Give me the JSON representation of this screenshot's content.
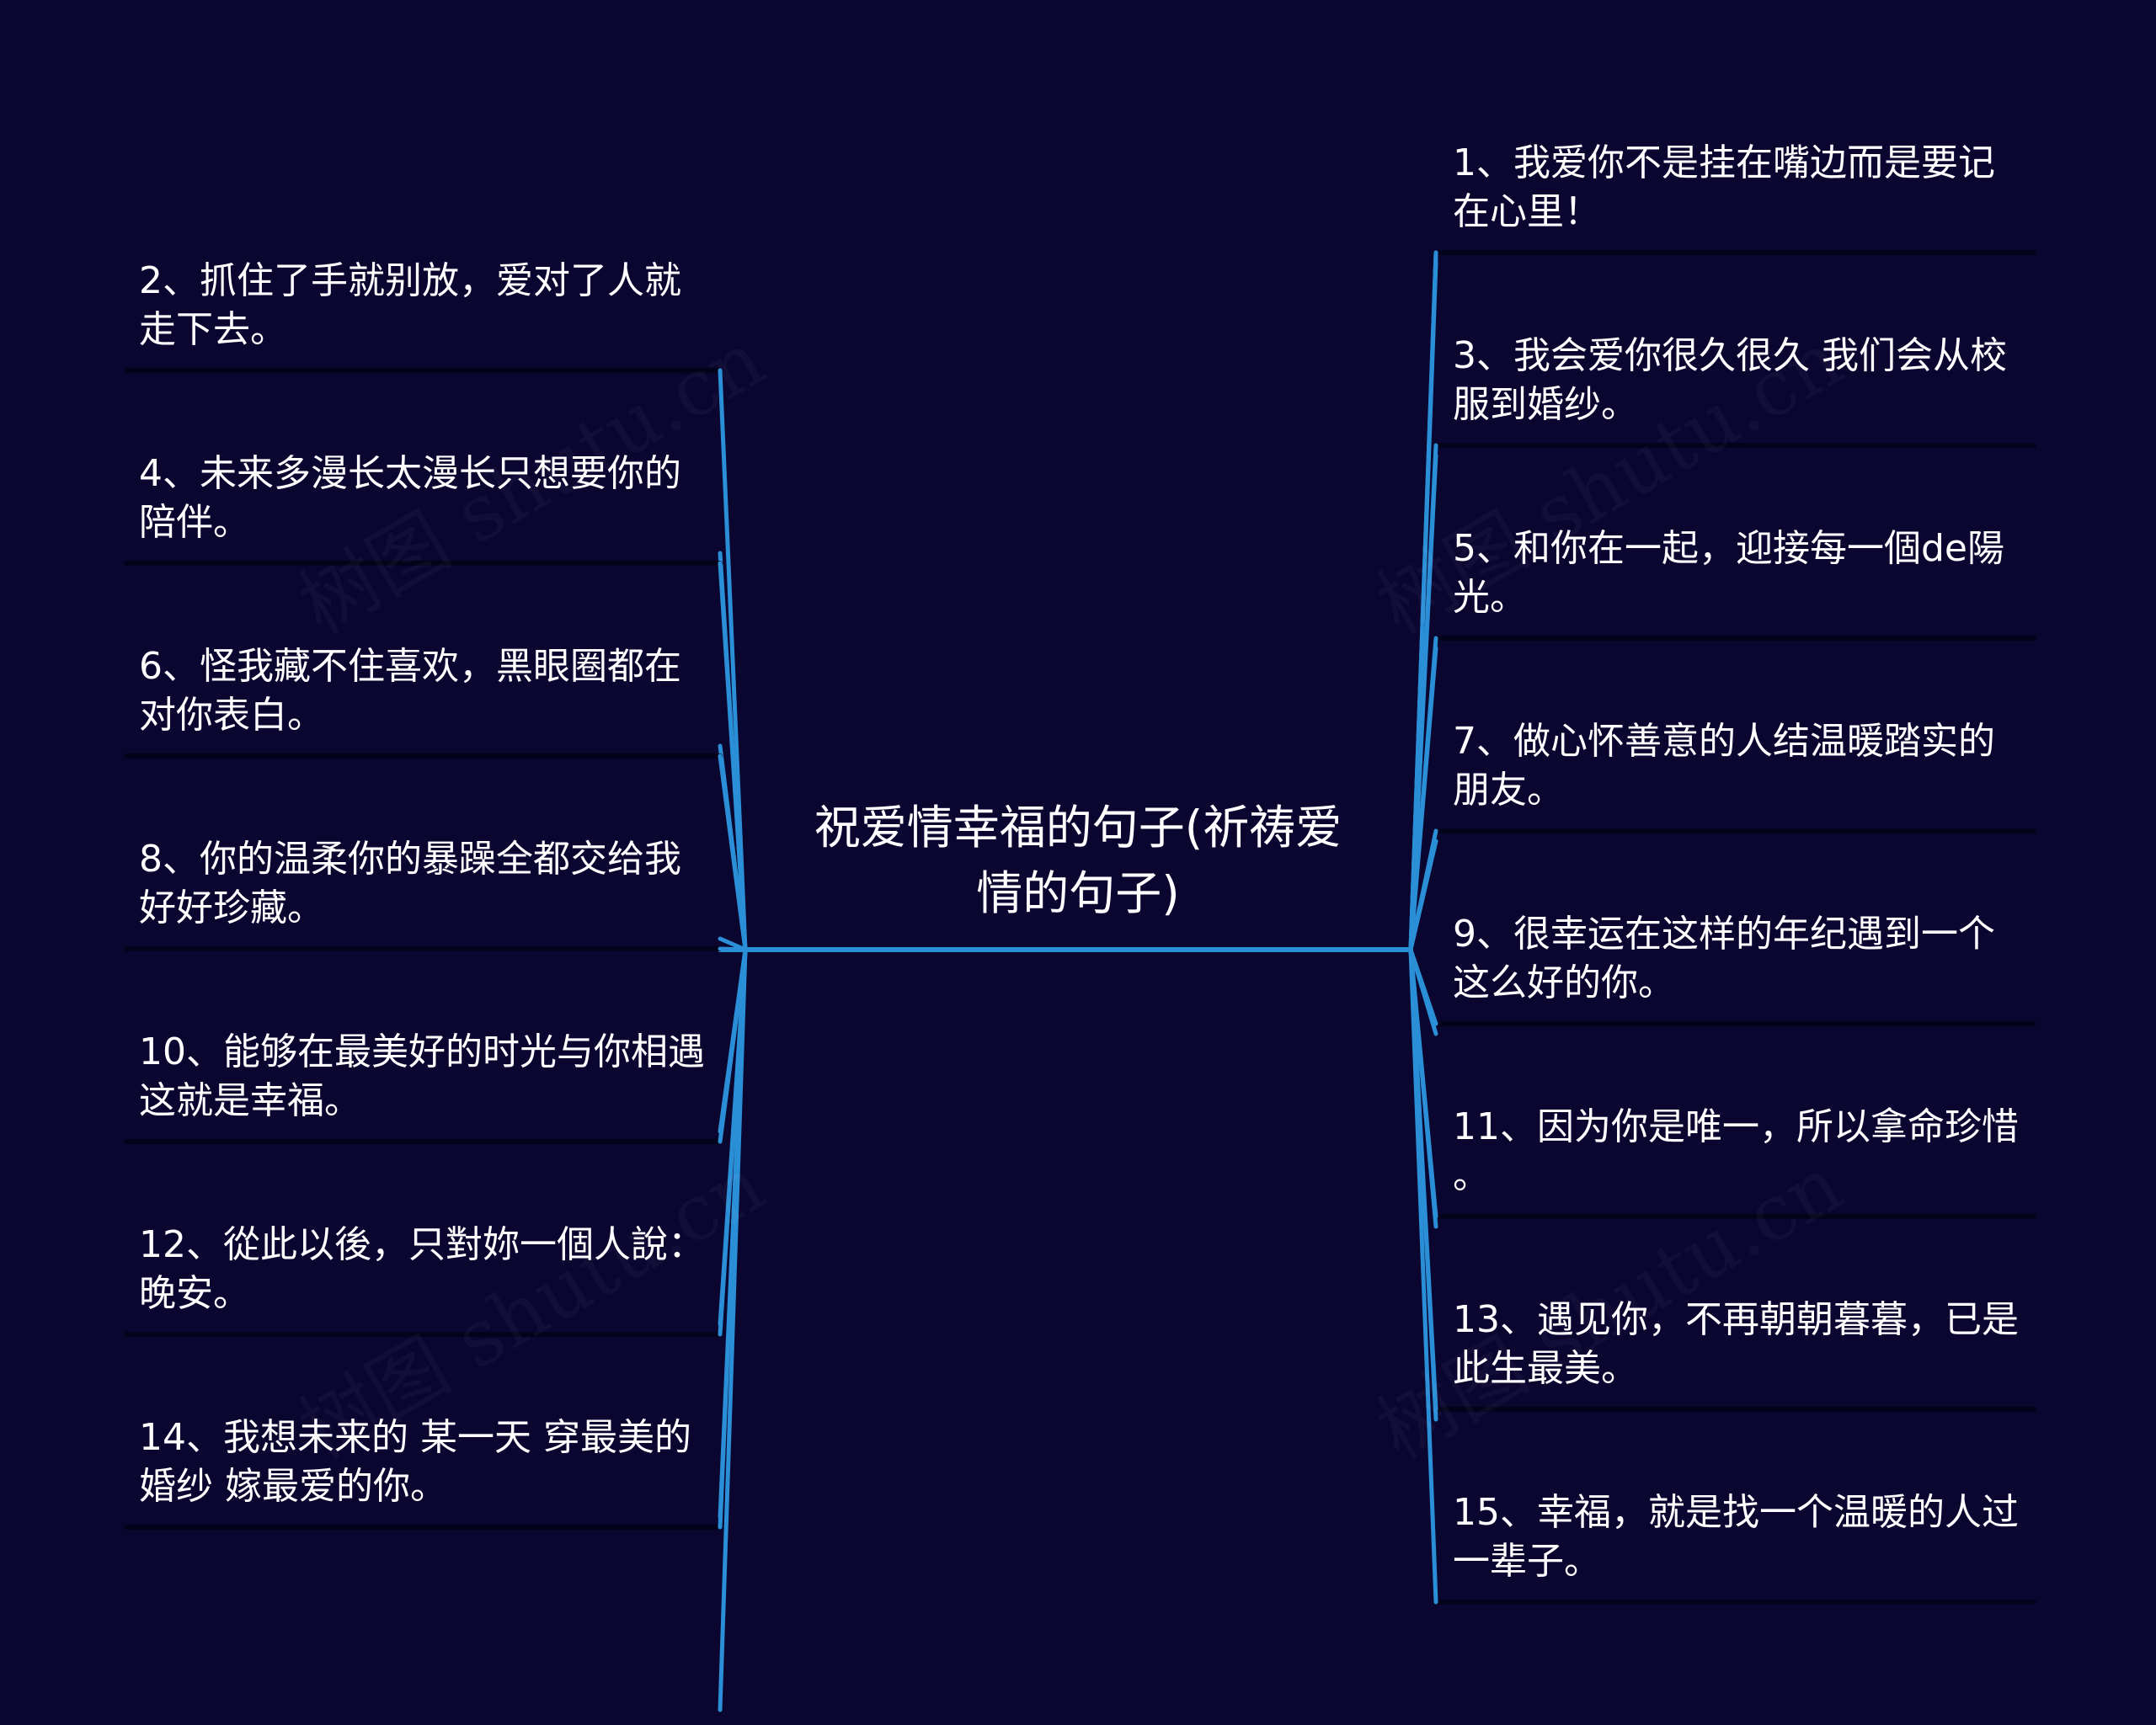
{
  "mindmap": {
    "root": "祝爱情幸福的句子(祈祷爱\n情的句子)",
    "left_nodes": [
      "2、抓住了手就别放，爱对了人就\n走下去。",
      "4、未来多漫长太漫长只想要你的\n陪伴。",
      "6、怪我藏不住喜欢，黑眼圈都在\n对你表白。",
      "8、你的温柔你的暴躁全都交给我\n好好珍藏。",
      "10、能够在最美好的时光与你相遇\n这就是幸福。",
      "12、從此以後，只對妳一個人說：\n晚安。",
      "14、我想未来的 某一天 穿最美的\n婚纱 嫁最爱的你。"
    ],
    "right_nodes": [
      "1、我爱你不是挂在嘴边而是要记\n在心里！",
      "3、我会爱你很久很久 我们会从校\n服到婚纱。",
      "5、和你在一起，迎接每一個de陽\n光。",
      "7、做心怀善意的人结温暖踏实的\n朋友。",
      "9、很幸运在这样的年纪遇到一个\n这么好的你。",
      "11、因为你是唯一，所以拿命珍惜\n。",
      "13、遇见你，不再朝朝暮暮，已是\n此生最美。",
      "15、幸福，就是找一个温暖的人过\n一辈子。"
    ],
    "colors": {
      "background": "#0a0630",
      "connector": "#2a8fd6",
      "underline": "#05031c",
      "text": "#ffffff"
    }
  },
  "watermark": {
    "text": "树图 shutu.cn"
  }
}
